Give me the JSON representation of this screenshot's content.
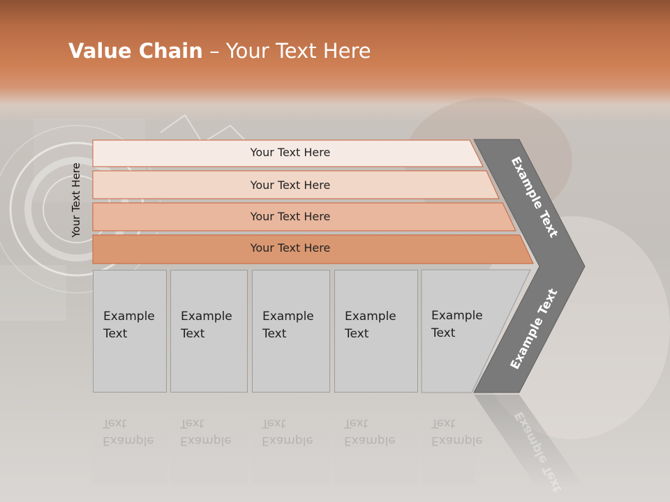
{
  "title": {
    "bold": "Value Chain",
    "rest": " – Your Text Here"
  },
  "side_label": "Your Text Here",
  "bands": [
    "Your Text Here",
    "Your Text Here",
    "Your Text Here",
    "Your Text Here"
  ],
  "boxes": [
    "Example Text",
    "Example Text",
    "Example Text",
    "Example Text",
    "Example Text"
  ],
  "chevron": {
    "upper": "Example Text",
    "lower": "Example Text"
  },
  "colors": {
    "band1": "#f6ebe4",
    "band2": "#f1d7c8",
    "band3": "#e9b79d",
    "band4": "#da9872",
    "band_border": "#c8623a",
    "chevron": "#7a7a7a",
    "box": "#cccccc"
  }
}
